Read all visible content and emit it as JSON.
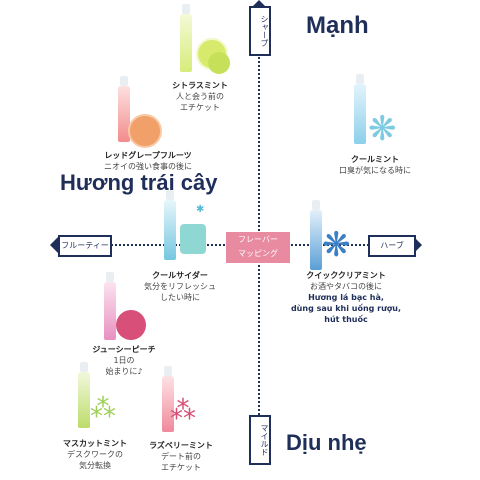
{
  "axis": {
    "top_tag": "シャープ",
    "bottom_tag": "マイルド",
    "left_tag": "フルーティー",
    "right_tag": "ハーブ",
    "center_label_line1": "フレーバー",
    "center_label_line2": "マッピング"
  },
  "headings": {
    "strong": "Mạnh",
    "mild": "Dịu nhẹ",
    "fruity": "Hương trái cây"
  },
  "products": {
    "citrus_mint": {
      "name": "シトラスミント",
      "line1": "人と会う前の",
      "line2": "エチケット"
    },
    "red_grapefruit": {
      "name": "レッドグレープフルーツ",
      "line1": "ニオイの強い食事の後に"
    },
    "cool_mint": {
      "name": "クールミント",
      "line1": "口臭が気になる時に"
    },
    "cool_cider": {
      "name": "クールサイダー",
      "line1": "気分をリフレッシュ",
      "line2": "したい時に"
    },
    "quick_clear_mint": {
      "name": "クイッククリアミント",
      "line1": "お酒やタバコの後に",
      "vi1": "Hương lá bạc hà,",
      "vi2": "dùng sau khi uống rượu,",
      "vi3": "hút thuốc"
    },
    "juicy_peach": {
      "name": "ジューシーピーチ",
      "line1": "1日の",
      "line2": "始まりに♪"
    },
    "muscat_mint": {
      "name": "マスカットミント",
      "line1": "デスクワークの",
      "line2": "気分転換"
    },
    "raspberry_mint": {
      "name": "ラズベリーミント",
      "line1": "デート前の",
      "line2": "エチケット"
    }
  },
  "colors": {
    "navy": "#1f2f5a",
    "pink": "#e88aa0"
  }
}
